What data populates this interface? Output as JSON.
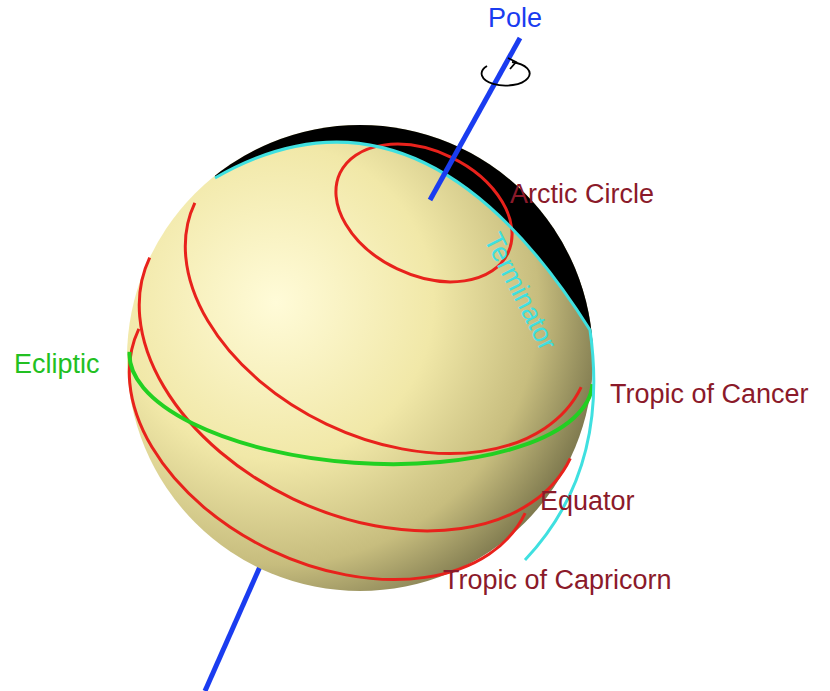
{
  "diagram": {
    "labels": [
      "Pole",
      "Arctic Circle",
      "Terminator",
      "Ecliptic",
      "Tropic of Cancer",
      "Equator",
      "Tropic of Capricorn"
    ]
  }
}
